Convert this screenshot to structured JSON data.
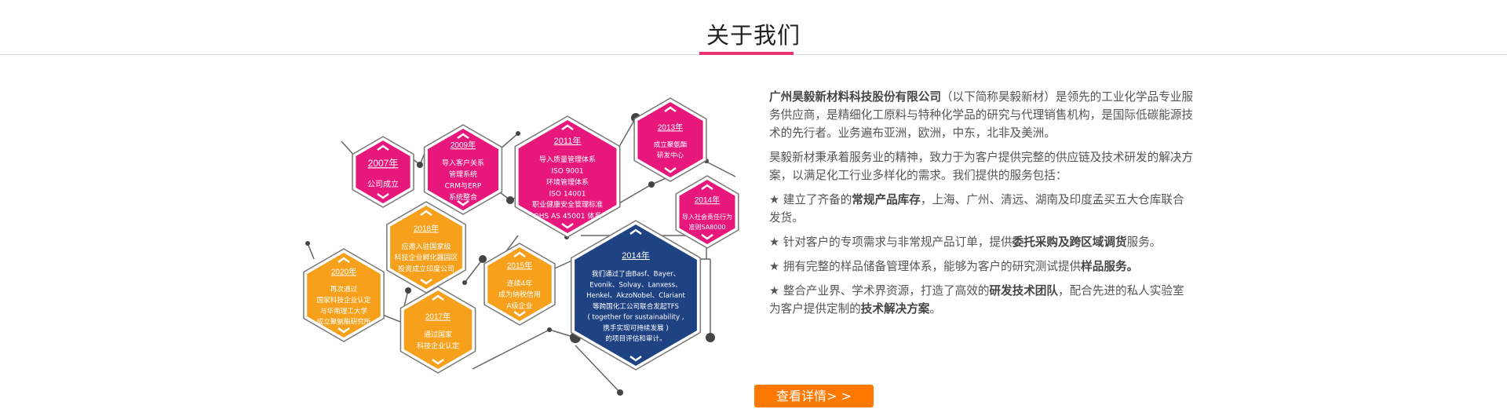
{
  "section": {
    "title": "关于我们"
  },
  "timeline": [
    {
      "id": "2007",
      "year": "2007年",
      "lines": [
        "公司成立"
      ],
      "color": "pink"
    },
    {
      "id": "2009",
      "year": "2009年",
      "lines": [
        "导入客户关系",
        "管理系统",
        "CRM与ERP",
        "系统整合"
      ],
      "color": "pink"
    },
    {
      "id": "2011",
      "year": "2011年",
      "lines": [
        "导入质量管理体系",
        "ISO 9001",
        "环境管理体系",
        "ISO 14001",
        "职业健康安全管理标准",
        "OHS AS 45001 体系"
      ],
      "color": "pink"
    },
    {
      "id": "2013",
      "year": "2013年",
      "lines": [
        "成立聚氨酯",
        "研发中心"
      ],
      "color": "pink"
    },
    {
      "id": "2014a",
      "year": "2014年",
      "lines": [
        "导入社会责任行为",
        "准则SA8000"
      ],
      "color": "pink"
    },
    {
      "id": "2014b",
      "year": "2014年",
      "lines": [
        "我们通过了由Basf、Bayer、",
        "Evonik、Solvay、Lanxess、",
        "Henkel、AkzoNobel、Clariant",
        "等跨国化工公司联合发起TFS",
        "( together for sustainability ,",
        "携手实现可持续发展 )",
        "的项目评估和审计。"
      ],
      "color": "blue"
    },
    {
      "id": "2018",
      "year": "2018年",
      "lines": [
        "应邀入驻国家级",
        "科技企业孵化器园区",
        "投资成立印度公司"
      ],
      "color": "orange"
    },
    {
      "id": "2020",
      "year": "2020年",
      "lines": [
        "再次通过",
        "国家科技企业认定",
        "与华南理工大学",
        "成立聚氨酯研究所"
      ],
      "color": "orange"
    },
    {
      "id": "2017",
      "year": "2017年",
      "lines": [
        "通过国家",
        "科技企业认定"
      ],
      "color": "orange"
    },
    {
      "id": "2015",
      "year": "2015年",
      "lines": [
        "连续4年",
        "成为纳税信用",
        "A级企业"
      ],
      "color": "orange"
    }
  ],
  "colors": {
    "pink": "#e8177c",
    "orange": "#f6a01c",
    "blue": "#1f4283",
    "accent": "#e8336d",
    "button": "#ff7800"
  },
  "about": {
    "p1_bold": "广州昊毅新材料科技股份有限公司",
    "p1_rest": "（以下简称昊毅新材）是领先的工业化学品专业服务供应商，是精细化工原料与特种化学品的研究与代理销售机构，是国际低碳能源技术的先行者。业务遍布亚洲，欧洲，中东，北非及美洲。",
    "p2": "昊毅新材秉承着服务业的精神，致力于为客户提供完整的供应链及技术研发的解决方案，以满足化工行业多样化的需求。我们提供的服务包括：",
    "b1_pre": "★ 建立了齐备的",
    "b1_bold": "常规产品库存",
    "b1_post": "，上海、广州、清远、湖南及印度孟买五大仓库联合发货。",
    "b2_pre": "★ 针对客户的专项需求与非常规产品订单，提供",
    "b2_bold": "委托采购及跨区域调货",
    "b2_post": "服务。",
    "b3_pre": "★ 拥有完整的样品储备管理体系，能够为客户的研究测试提供",
    "b3_bold": "样品服务。",
    "b4_pre": "★ 整合产业界、学术界资源，打造了高效的",
    "b4_bold": "研发技术团队",
    "b4_mid": "，配合先进的私人实验室为客户提供定制的",
    "b4_bold2": "技术解决方案",
    "b4_post": "。"
  },
  "button": {
    "label": "查看详情> >"
  }
}
